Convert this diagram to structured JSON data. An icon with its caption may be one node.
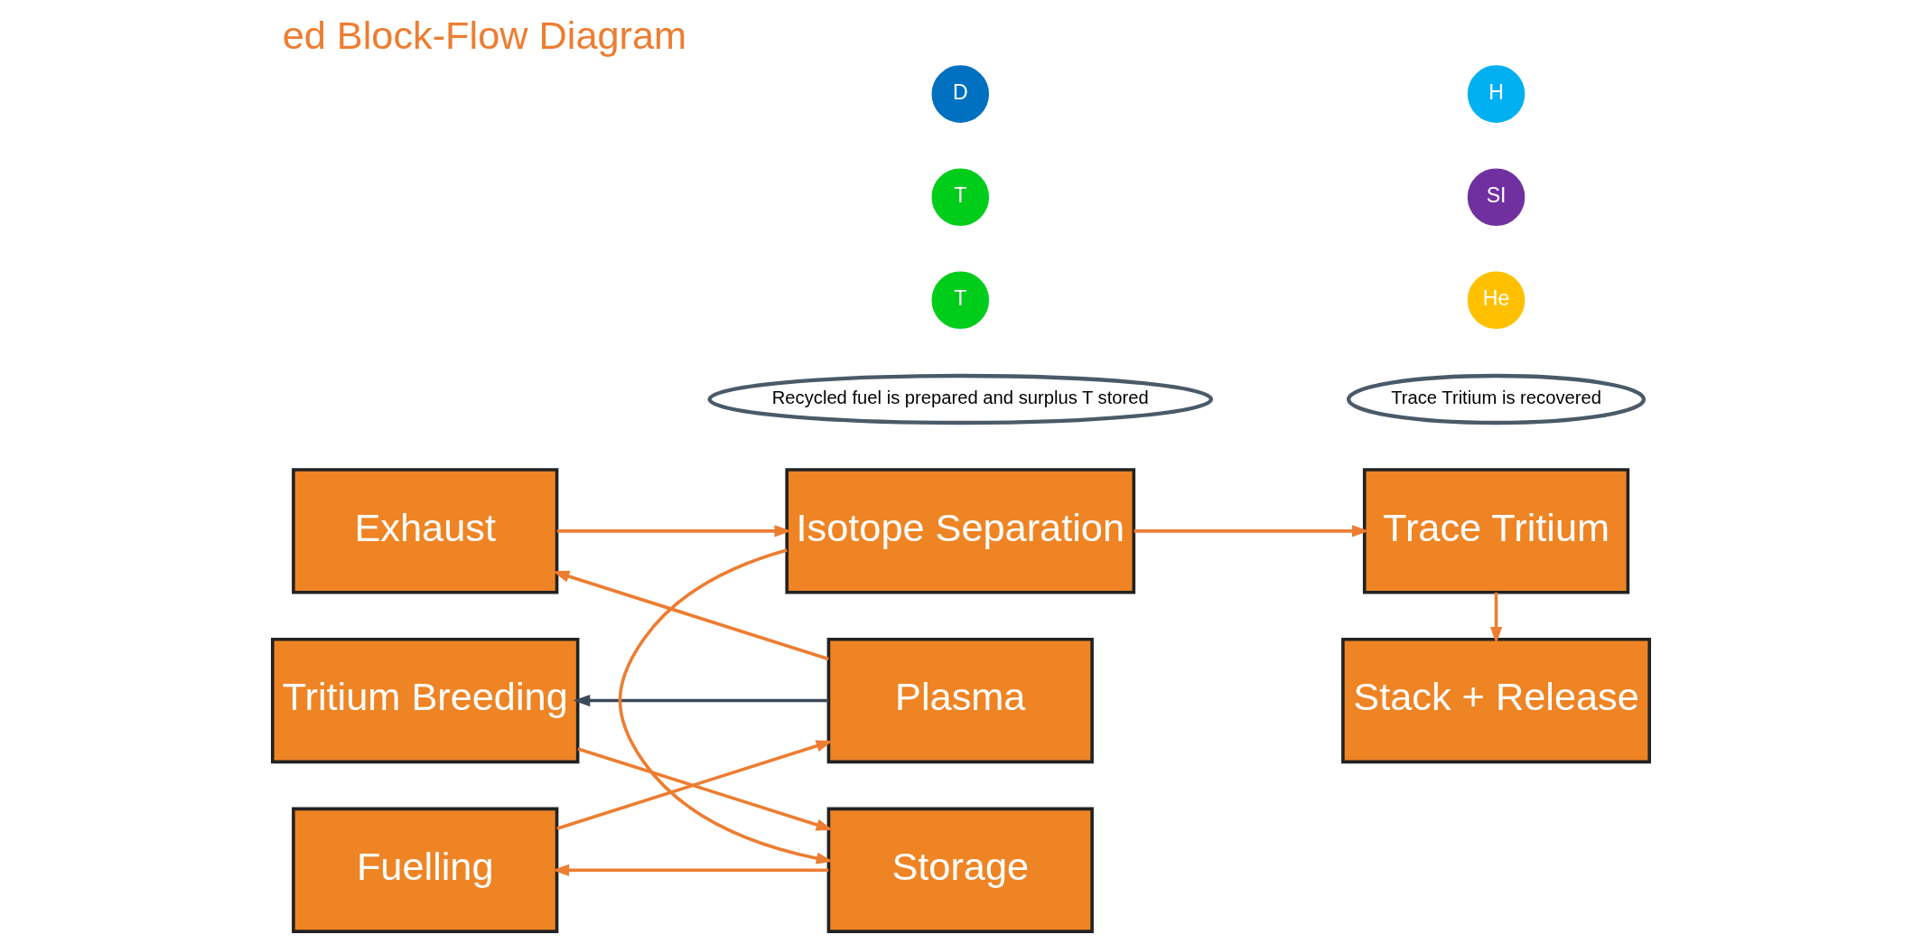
{
  "diagram": {
    "title": "ed Block-Flow Diagram",
    "nodes": [
      {
        "text": [
          "Fuelling"
        ]
      },
      {
        "text": [
          "Recycled fuel is prepared and surplus T stored"
        ]
      },
      {
        "text": [
          "Storage"
        ]
      },
      {
        "text": [
          "T"
        ]
      },
      {
        "text": [
          "T"
        ]
      },
      {
        "text": [
          "D"
        ]
      },
      {
        "text": [
          "Plasma"
        ]
      },
      {
        "text": [
          "Tritium Breeding"
        ]
      },
      {
        "text": [
          "Stack + Release"
        ]
      },
      {
        "text": [
          "Trace Tritium is recovered"
        ]
      },
      {
        "text": [
          "He"
        ]
      },
      {
        "text": [
          "Exhaust"
        ]
      },
      {
        "text": [
          "Isotope Separation"
        ]
      },
      {
        "text": [
          "Trace Tritium"
        ]
      },
      {
        "text": [
          "SI"
        ]
      },
      {
        "text": [
          "H"
        ]
      }
    ],
    "edges": [
      {
        "from": 2,
        "to": 0,
        "arrow": "to"
      },
      {
        "from": 0,
        "to": 6,
        "arrow": "to"
      },
      {
        "from": 6,
        "to": 7,
        "arrow": "to",
        "color": "#3b4a5a"
      },
      {
        "from": 7,
        "to": 2,
        "arrow": "to"
      },
      {
        "from": 6,
        "to": 11,
        "arrow": "to"
      },
      {
        "from": 11,
        "to": 12,
        "arrow": "to"
      },
      {
        "from": 12,
        "to": 2,
        "arrow": "to"
      },
      {
        "from": 12,
        "to": 13,
        "arrow": "to"
      },
      {
        "from": 13,
        "to": 8,
        "arrow": "to"
      }
    ]
  }
}
